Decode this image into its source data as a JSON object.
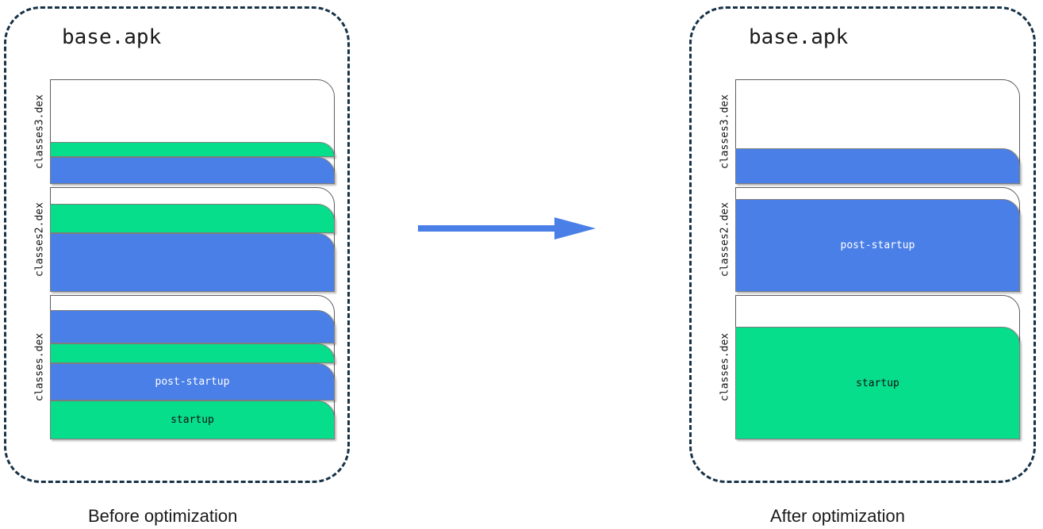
{
  "diagram": {
    "title_unused": "",
    "colors": {
      "startup_green": "#06DE8C",
      "post_startup_blue": "#4A7FE8",
      "panel_dashed": "#173247",
      "arrow_blue": "#4A7FE8",
      "card_outline": "#5D5D5D"
    }
  },
  "panels": [
    {
      "id": "before",
      "apk_title": "base.apk",
      "caption": "Before optimization",
      "dex_files": [
        {
          "label": "classes3.dex",
          "bands": [
            {
              "kind": "empty",
              "text": ""
            },
            {
              "kind": "startup",
              "text": ""
            },
            {
              "kind": "post-startup",
              "text": ""
            }
          ]
        },
        {
          "label": "classes2.dex",
          "bands": [
            {
              "kind": "empty",
              "text": ""
            },
            {
              "kind": "startup",
              "text": ""
            },
            {
              "kind": "post-startup",
              "text": ""
            }
          ]
        },
        {
          "label": "classes.dex",
          "bands": [
            {
              "kind": "empty",
              "text": ""
            },
            {
              "kind": "post-startup",
              "text": ""
            },
            {
              "kind": "startup",
              "text": ""
            },
            {
              "kind": "post-startup",
              "text": "post-startup"
            },
            {
              "kind": "startup",
              "text": "startup"
            }
          ]
        }
      ]
    },
    {
      "id": "after",
      "apk_title": "base.apk",
      "caption": "After optimization",
      "dex_files": [
        {
          "label": "classes3.dex",
          "bands": [
            {
              "kind": "empty",
              "text": ""
            },
            {
              "kind": "post-startup",
              "text": ""
            }
          ]
        },
        {
          "label": "classes2.dex",
          "bands": [
            {
              "kind": "empty",
              "text": ""
            },
            {
              "kind": "post-startup",
              "text": "post-startup"
            }
          ]
        },
        {
          "label": "classes.dex",
          "bands": [
            {
              "kind": "empty",
              "text": ""
            },
            {
              "kind": "startup",
              "text": "startup"
            }
          ]
        }
      ]
    }
  ],
  "arrow": {
    "name": "optimization-arrow",
    "direction": "right"
  }
}
